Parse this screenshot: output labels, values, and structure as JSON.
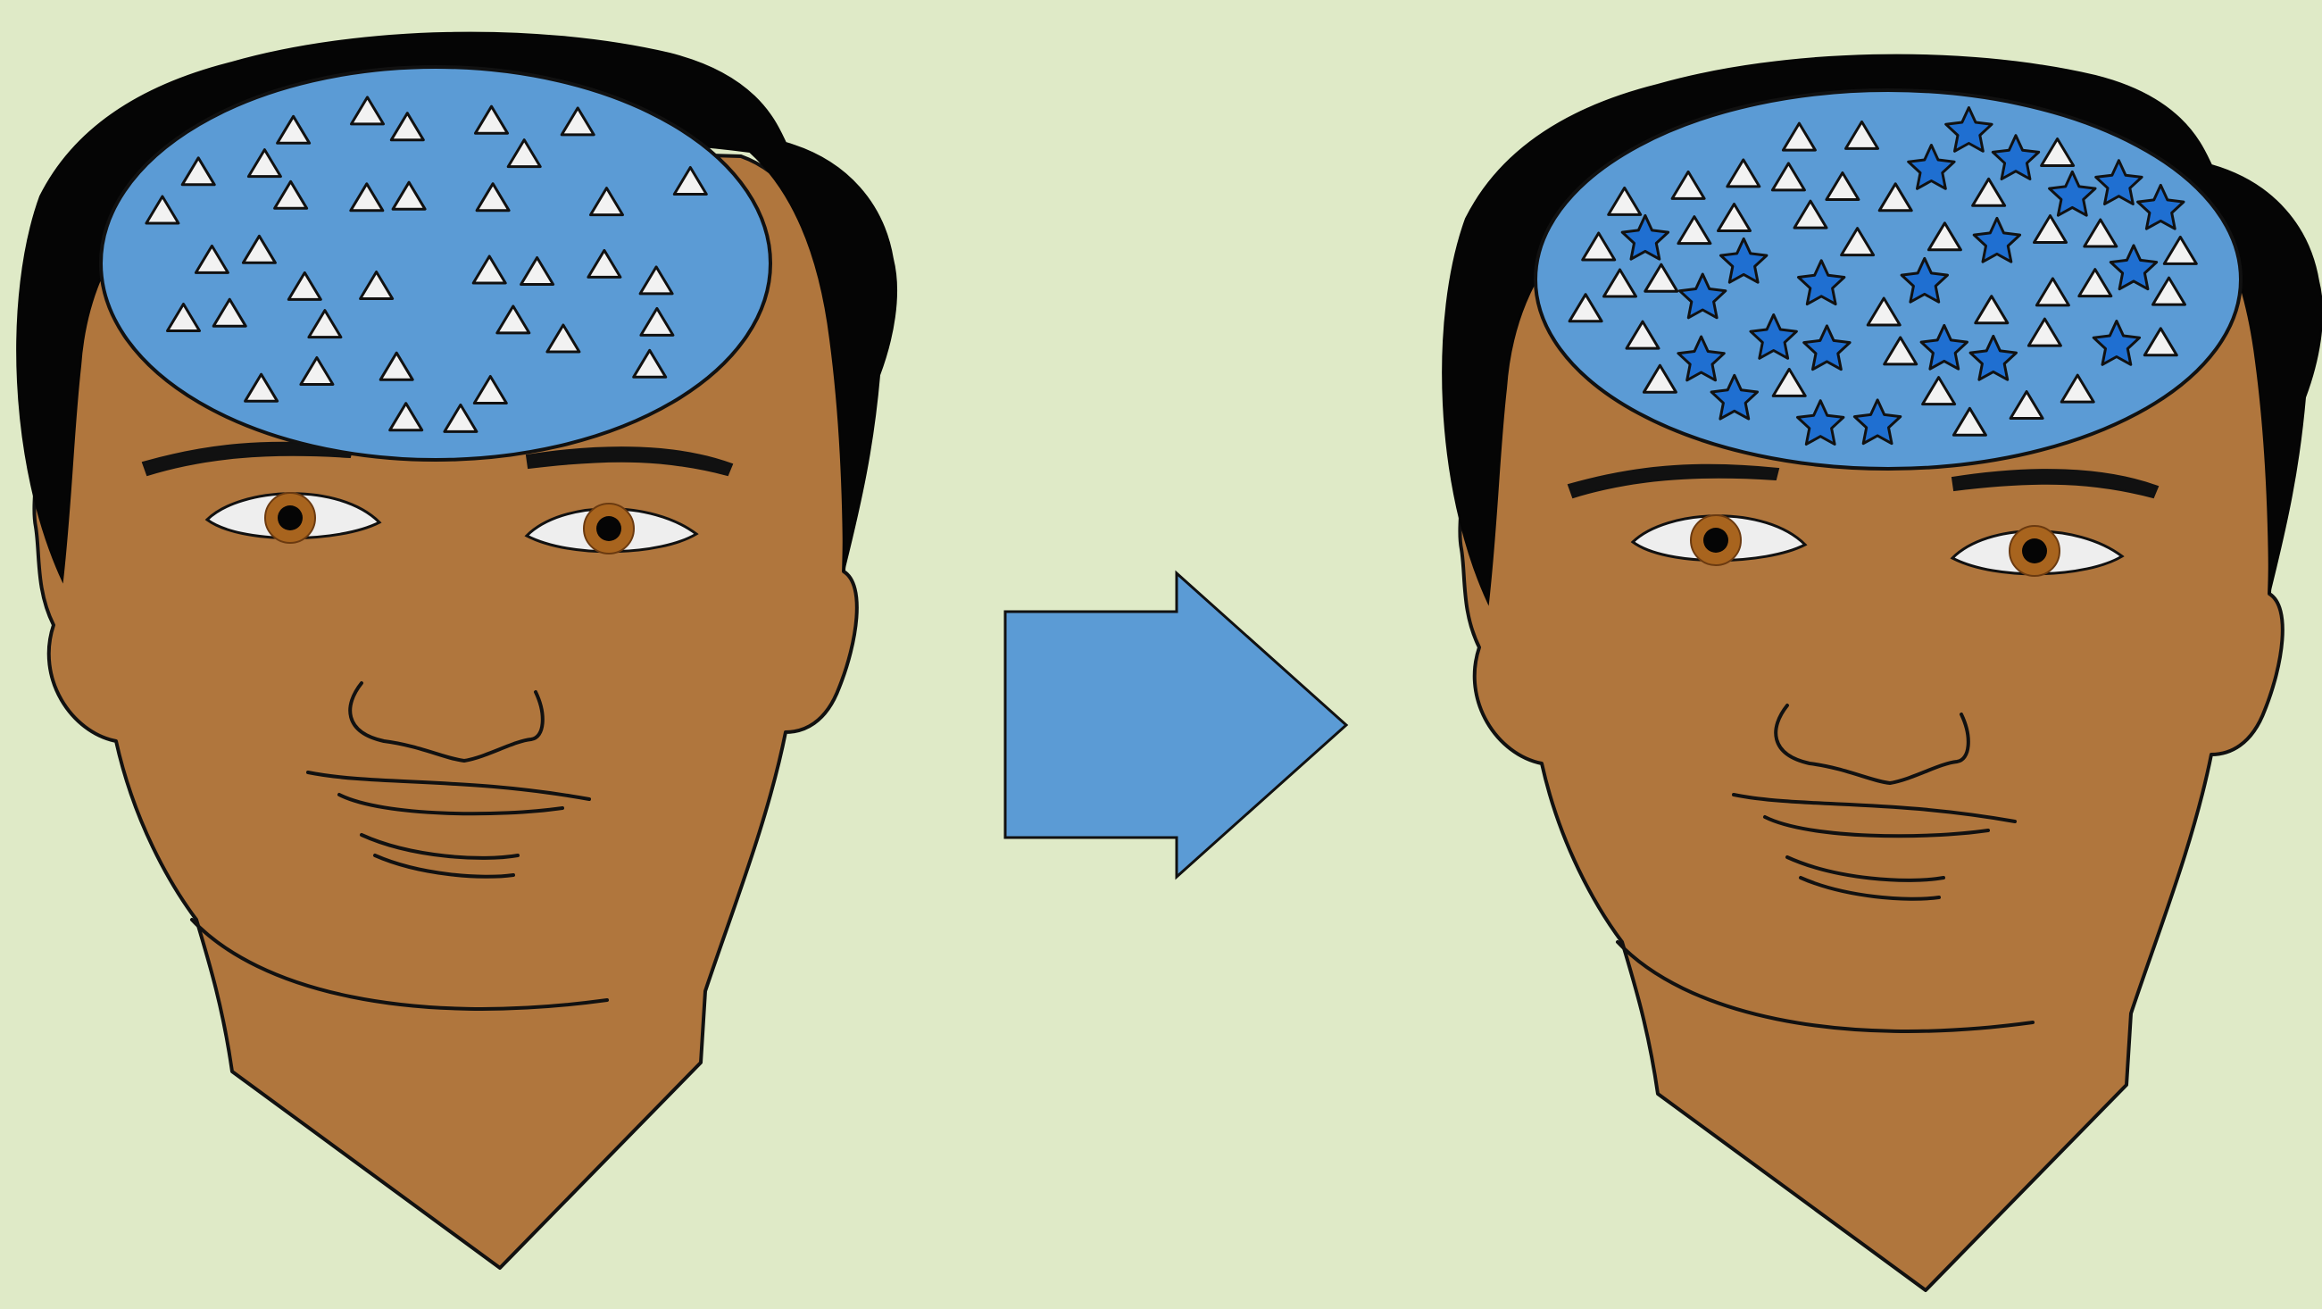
{
  "diagram": {
    "background_color": "#dfeac7",
    "skin_color": "#b0763d",
    "hair_color": "#050505",
    "brain_color": "#5b9bd5",
    "iris_color": "#a8641e",
    "sclera_color": "#eeeeee",
    "triangle_color": "#f2f2f2",
    "star_color": "#1f6fd1",
    "arrow_color": "#5b9bd5",
    "outline_color": "#111111"
  },
  "heads": [
    {
      "id": "before",
      "triangle_count": 36,
      "star_count": 0
    },
    {
      "id": "after",
      "triangle_count": 37,
      "star_count": 22
    }
  ],
  "arrow": {
    "direction": "right",
    "icon": "right-arrow-icon"
  },
  "symbols": {
    "triangle_icon": "triangle-icon",
    "star_icon": "star-icon"
  }
}
